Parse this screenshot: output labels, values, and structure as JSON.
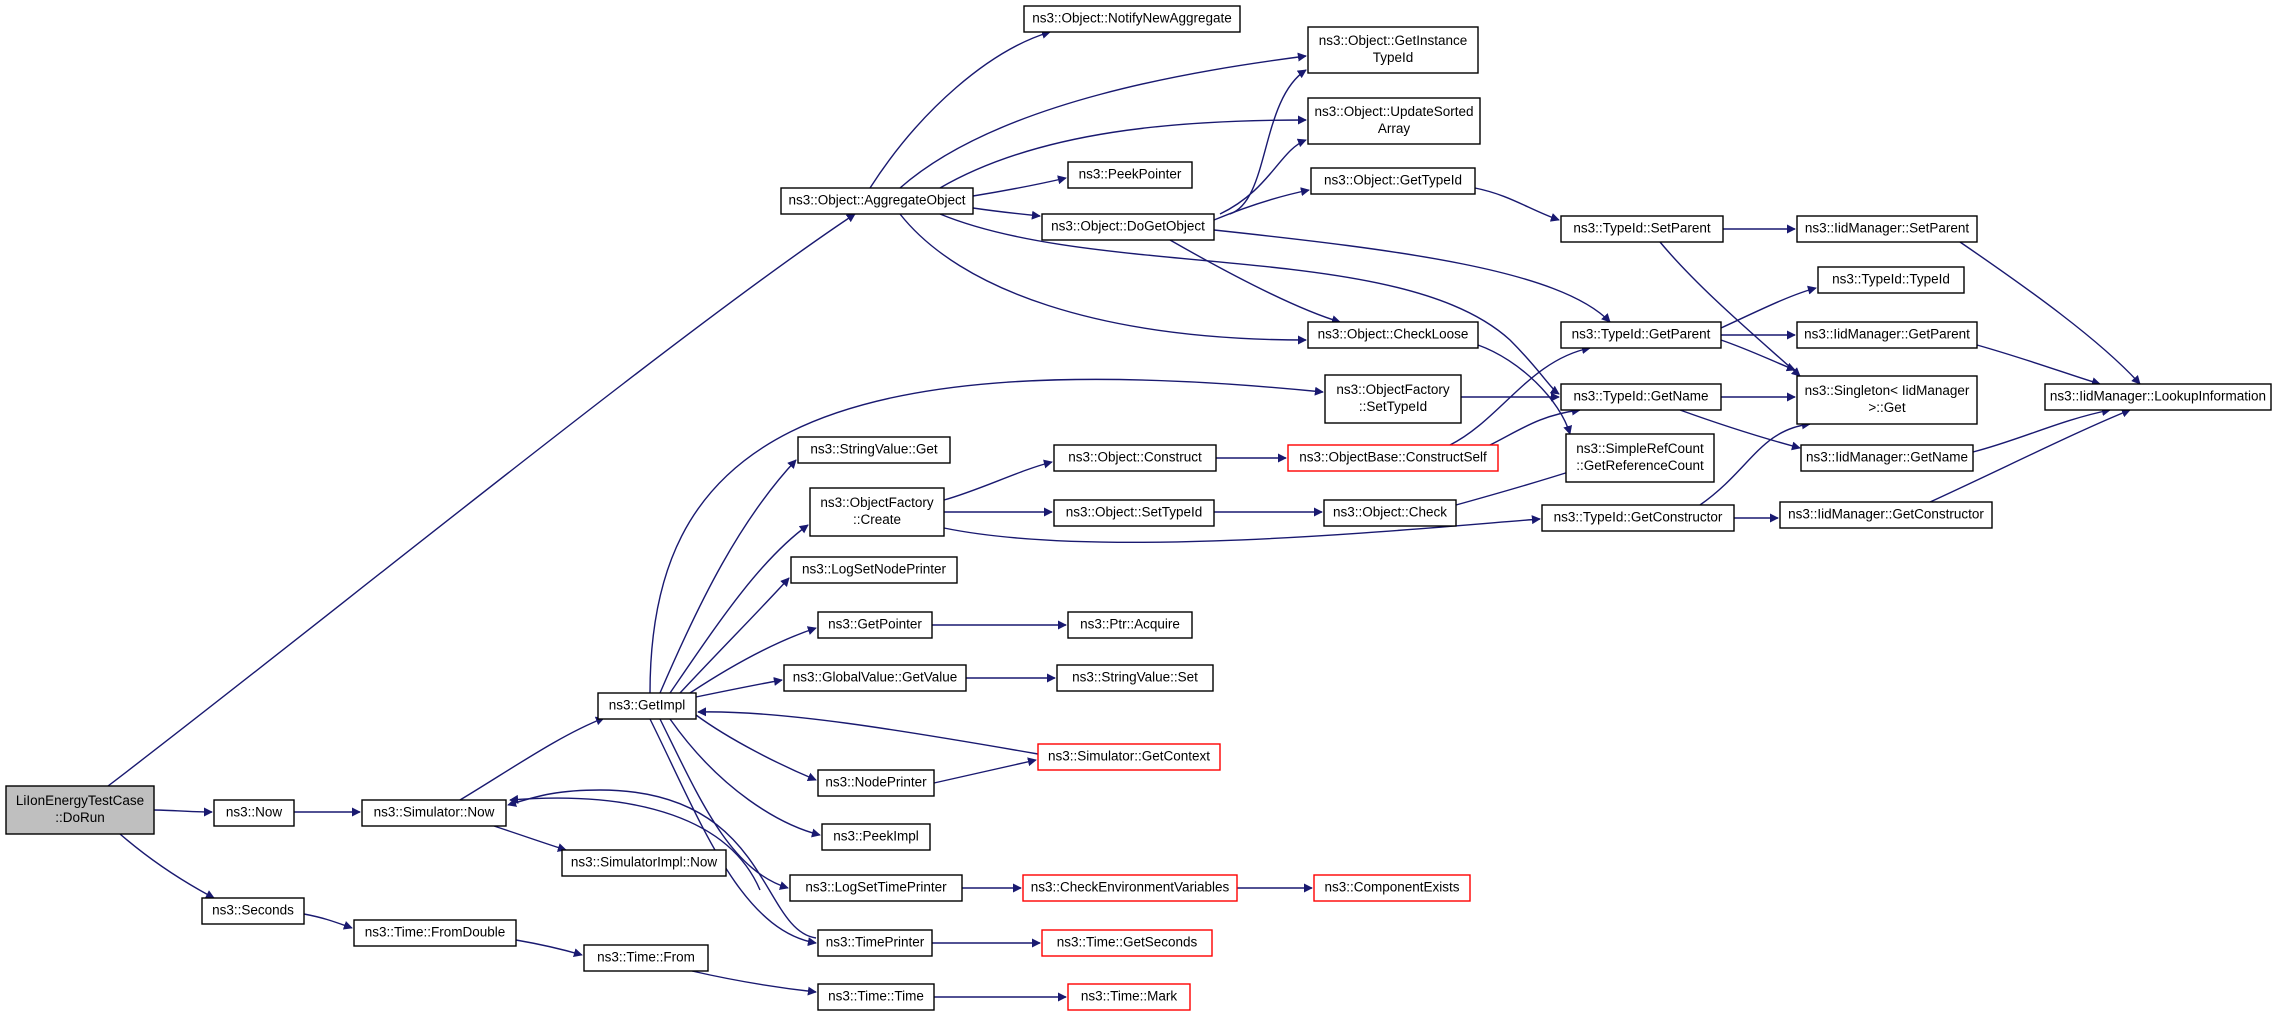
{
  "edge_color": "#191970",
  "node_border_color": "#000000",
  "truncated_node_border_color": "#ff0000",
  "root_fill_color": "#bfbfbf",
  "nodes": [
    {
      "id": "root",
      "lines": [
        "LiIonEnergyTestCase",
        "::DoRun"
      ],
      "style": "root"
    },
    {
      "id": "now",
      "lines": [
        "ns3::Now"
      ]
    },
    {
      "id": "seconds",
      "lines": [
        "ns3::Seconds"
      ]
    },
    {
      "id": "simnow",
      "lines": [
        "ns3::Simulator::Now"
      ]
    },
    {
      "id": "simimplnow",
      "lines": [
        "ns3::SimulatorImpl::Now"
      ]
    },
    {
      "id": "fromdouble",
      "lines": [
        "ns3::Time::FromDouble"
      ]
    },
    {
      "id": "timefrom",
      "lines": [
        "ns3::Time::From"
      ]
    },
    {
      "id": "timetime",
      "lines": [
        "ns3::Time::Time"
      ]
    },
    {
      "id": "timemark",
      "lines": [
        "ns3::Time::Mark"
      ],
      "style": "red"
    },
    {
      "id": "getimpl",
      "lines": [
        "ns3::GetImpl"
      ]
    },
    {
      "id": "aggregate",
      "lines": [
        "ns3::Object::AggregateObject"
      ]
    },
    {
      "id": "notify",
      "lines": [
        "ns3::Object::NotifyNewAggregate"
      ]
    },
    {
      "id": "instance",
      "lines": [
        "ns3::Object::GetInstance",
        "TypeId"
      ]
    },
    {
      "id": "updatesorted",
      "lines": [
        "ns3::Object::UpdateSorted",
        "Array"
      ]
    },
    {
      "id": "peekptr",
      "lines": [
        "ns3::PeekPointer"
      ]
    },
    {
      "id": "dogetobject",
      "lines": [
        "ns3::Object::DoGetObject"
      ]
    },
    {
      "id": "gettypeid",
      "lines": [
        "ns3::Object::GetTypeId"
      ]
    },
    {
      "id": "setparent",
      "lines": [
        "ns3::TypeId::SetParent"
      ]
    },
    {
      "id": "iidsetparent",
      "lines": [
        "ns3::IidManager::SetParent"
      ]
    },
    {
      "id": "typeidtypeid",
      "lines": [
        "ns3::TypeId::TypeId"
      ]
    },
    {
      "id": "getparent",
      "lines": [
        "ns3::TypeId::GetParent"
      ]
    },
    {
      "id": "iidgetparent",
      "lines": [
        "ns3::IidManager::GetParent"
      ]
    },
    {
      "id": "singleton",
      "lines": [
        "ns3::Singleton< IidManager",
        ">::Get"
      ]
    },
    {
      "id": "lookup",
      "lines": [
        "ns3::IidManager::LookupInformation"
      ]
    },
    {
      "id": "checkloose",
      "lines": [
        "ns3::Object::CheckLoose"
      ]
    },
    {
      "id": "ofsettypeid",
      "lines": [
        "ns3::ObjectFactory",
        "::SetTypeId"
      ]
    },
    {
      "id": "getname",
      "lines": [
        "ns3::TypeId::GetName"
      ]
    },
    {
      "id": "iidgetname",
      "lines": [
        "ns3::IidManager::GetName"
      ]
    },
    {
      "id": "stringget",
      "lines": [
        "ns3::StringValue::Get"
      ]
    },
    {
      "id": "ofcreate",
      "lines": [
        "ns3::ObjectFactory",
        "::Create"
      ]
    },
    {
      "id": "construct",
      "lines": [
        "ns3::Object::Construct"
      ]
    },
    {
      "id": "constructself",
      "lines": [
        "ns3::ObjectBase::ConstructSelf"
      ],
      "style": "red"
    },
    {
      "id": "simplerefcount",
      "lines": [
        "ns3::SimpleRefCount",
        "::GetReferenceCount"
      ]
    },
    {
      "id": "objsettypeid",
      "lines": [
        "ns3::Object::SetTypeId"
      ]
    },
    {
      "id": "objcheck",
      "lines": [
        "ns3::Object::Check"
      ]
    },
    {
      "id": "getconstructor",
      "lines": [
        "ns3::TypeId::GetConstructor"
      ]
    },
    {
      "id": "iidgetconstructor",
      "lines": [
        "ns3::IidManager::GetConstructor"
      ]
    },
    {
      "id": "logsetnode",
      "lines": [
        "ns3::LogSetNodePrinter"
      ]
    },
    {
      "id": "getpointer",
      "lines": [
        "ns3::GetPointer"
      ]
    },
    {
      "id": "ptracquire",
      "lines": [
        "ns3::Ptr::Acquire"
      ]
    },
    {
      "id": "gvgetvalue",
      "lines": [
        "ns3::GlobalValue::GetValue"
      ]
    },
    {
      "id": "stringset",
      "lines": [
        "ns3::StringValue::Set"
      ]
    },
    {
      "id": "getcontext",
      "lines": [
        "ns3::Simulator::GetContext"
      ],
      "style": "red"
    },
    {
      "id": "nodeprinter",
      "lines": [
        "ns3::NodePrinter"
      ]
    },
    {
      "id": "peekimpl",
      "lines": [
        "ns3::PeekImpl"
      ]
    },
    {
      "id": "logsettime",
      "lines": [
        "ns3::LogSetTimePrinter"
      ]
    },
    {
      "id": "checkenv",
      "lines": [
        "ns3::CheckEnvironmentVariables"
      ],
      "style": "red"
    },
    {
      "id": "compexists",
      "lines": [
        "ns3::ComponentExists"
      ],
      "style": "red"
    },
    {
      "id": "timeprinter",
      "lines": [
        "ns3::TimePrinter"
      ]
    },
    {
      "id": "getseconds",
      "lines": [
        "ns3::Time::GetSeconds"
      ],
      "style": "red"
    }
  ]
}
